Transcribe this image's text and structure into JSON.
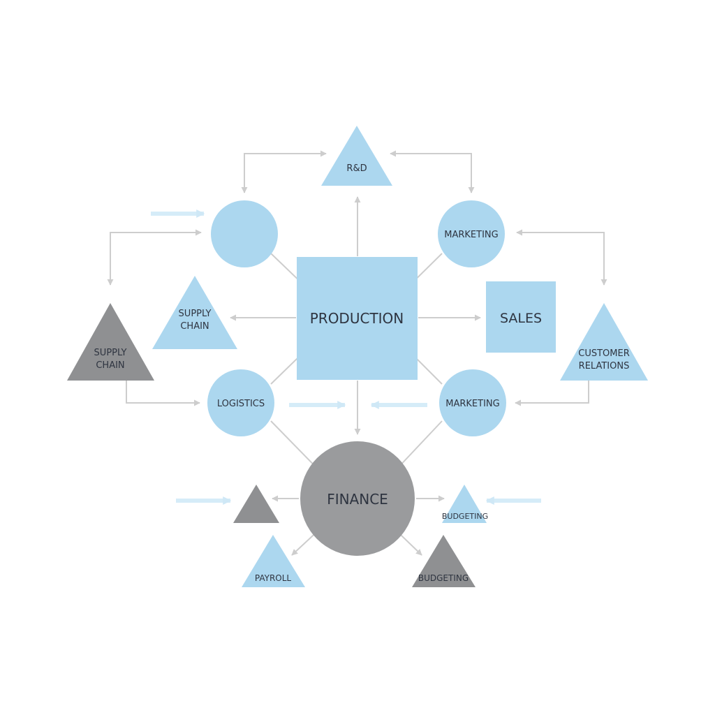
{
  "colors": {
    "blue": "#acd7ef",
    "gray": "#9a9b9d",
    "dark_gray": "#8f9092",
    "connector": "#cdcdcd",
    "flow_arrow": "#d5ecf8",
    "text": "#2e3440"
  },
  "nodes": {
    "rnd": {
      "label": "R&D"
    },
    "top_left_circle": {
      "label": ""
    },
    "top_marketing": {
      "label": "MARKETING"
    },
    "production": {
      "label": "PRODUCTION"
    },
    "sales": {
      "label": "SALES"
    },
    "inner_supply_chain": {
      "line1": "SUPPLY",
      "line2": "CHAIN"
    },
    "outer_supply_chain": {
      "line1": "SUPPLY",
      "line2": "CHAIN"
    },
    "customer_relations": {
      "line1": "CUSTOMER",
      "line2": "RELATIONS"
    },
    "logistics": {
      "label": "LOGISTICS"
    },
    "bottom_marketing": {
      "label": "MARKETING"
    },
    "finance": {
      "label": "FINANCE"
    },
    "small_gray_triangle": {
      "label": ""
    },
    "budgeting_small": {
      "label": "BUDGETING"
    },
    "payroll": {
      "label": "PAYROLL"
    },
    "budgeting_gray": {
      "label": "BUDGETING"
    }
  }
}
